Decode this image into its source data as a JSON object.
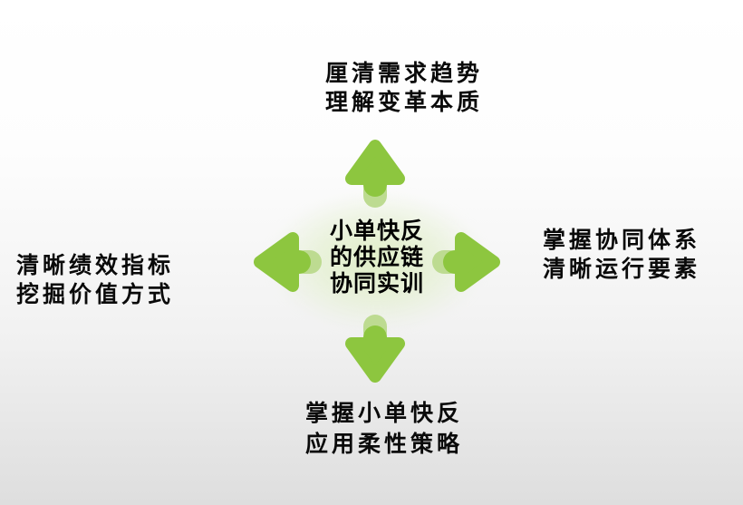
{
  "diagram": {
    "center": {
      "lines": [
        "小单快反",
        "的供应链",
        "协同实训"
      ]
    },
    "labels": {
      "top": {
        "line1": "厘清需求趋势",
        "line2": "理解变革本质"
      },
      "right": {
        "line1": "掌握协同体系",
        "line2": "清晰运行要素"
      },
      "bottom": {
        "line1": "掌握小单快反",
        "line2": "应用柔性策略"
      },
      "left": {
        "line1": "清晰绩效指标",
        "line2": "挖掘价值方式"
      }
    },
    "icons": {
      "up": "arrow-up-icon",
      "right": "arrow-right-icon",
      "down": "arrow-down-icon",
      "left": "arrow-left-icon"
    },
    "colors": {
      "arrow_green": "#8DC63F",
      "arrow_tail_highlight": "#BDDB91",
      "center_glow": "#DFEEC6",
      "text": "#000000"
    }
  }
}
